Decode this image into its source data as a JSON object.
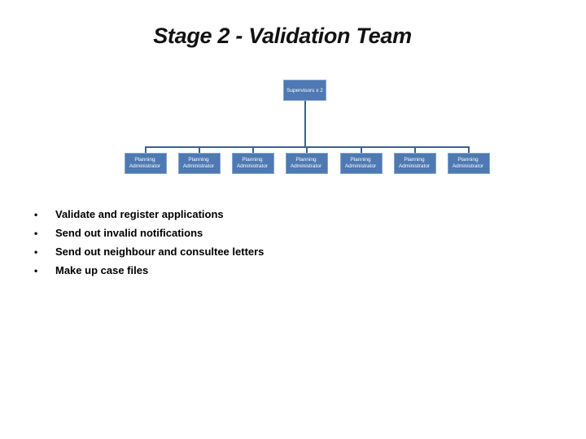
{
  "slide_title": "Stage 2 - Validation Team",
  "org_chart": {
    "root_label": "Supervisors x 2",
    "children": [
      {
        "label": "Planning Administrator"
      },
      {
        "label": "Planning Administrator"
      },
      {
        "label": "Planning Administrator"
      },
      {
        "label": "Planning Administrator"
      },
      {
        "label": "Planning Administrator"
      },
      {
        "label": "Planning Administrator"
      },
      {
        "label": "Planning Administrator"
      }
    ]
  },
  "bullet_list": {
    "bullet_char": "•",
    "items": [
      "Validate and register applications",
      "Send out invalid notifications",
      "Send out neighbour and consultee letters",
      "Make up case files"
    ]
  },
  "colors": {
    "node_fill": "#4E79B2",
    "node_border": "#84A5CD",
    "node_text": "#FFFFFF",
    "connector": "#3E6091",
    "title_text": "#121212",
    "body_text": "#000000"
  }
}
